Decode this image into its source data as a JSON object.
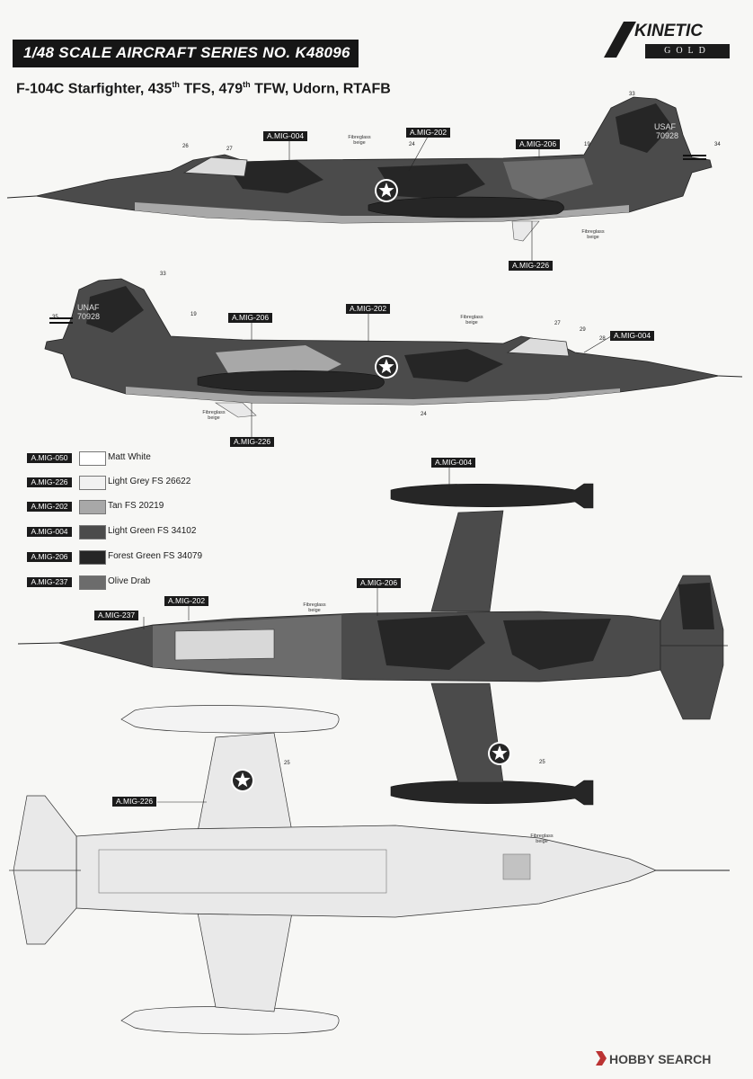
{
  "header": {
    "series_title": "1/48 SCALE AIRCRAFT SERIES NO. K48096",
    "logo_word": "KINETIC",
    "logo_sub": "GOLD"
  },
  "aircraft": {
    "title_main": "F-104C Starfighter, 435",
    "title_sup1": "th",
    "title_mid": " TFS, 479",
    "title_sup2": "th",
    "title_end": " TFW, Udorn, RTAFB"
  },
  "profile_left": {
    "tags": [
      "A.MIG-004",
      "A.MIG-202",
      "A.MIG-206",
      "A.MIG-226"
    ],
    "callouts": [
      "26",
      "27",
      "24",
      "19",
      "33",
      "34"
    ],
    "tail_text": [
      "USAF",
      "70928"
    ],
    "fibreglass_1": "Fibreglass\nbeige",
    "fibreglass_2": "Fibreglass\nbeige"
  },
  "profile_right": {
    "tags": [
      "A.MIG-206",
      "A.MIG-202",
      "A.MIG-004",
      "A.MIG-226"
    ],
    "callouts": [
      "33",
      "35",
      "19",
      "27",
      "29",
      "28",
      "24"
    ],
    "tail_text": [
      "UNAF",
      "70928"
    ],
    "fibreglass_1": "Fibreglass\nbeige",
    "fibreglass_2": "Fibreglass\nbeige"
  },
  "legend": [
    {
      "code": "A.MIG-050",
      "label": "Matt White",
      "color": "#ffffff"
    },
    {
      "code": "A.MIG-226",
      "label": "Light Grey FS 26622",
      "color": "#f1f1f1"
    },
    {
      "code": "A.MIG-202",
      "label": "Tan FS 20219",
      "color": "#a8a8a8"
    },
    {
      "code": "A.MIG-004",
      "label": "Light Green FS 34102",
      "color": "#4b4b4b"
    },
    {
      "code": "A.MIG-206",
      "label": "Forest Green FS 34079",
      "color": "#262626"
    },
    {
      "code": "A.MIG-237",
      "label": "Olive Drab",
      "color": "#6c6c6c"
    }
  ],
  "top_view": {
    "tags": [
      "A.MIG-004",
      "A.MIG-206",
      "A.MIG-202",
      "A.MIG-237"
    ],
    "callouts": [
      "25"
    ],
    "fibreglass": "Fibreglass\nbeige"
  },
  "bottom_view": {
    "tags": [
      "A.MIG-226"
    ],
    "callouts": [
      "25"
    ],
    "fibreglass": "Fibreglass\nbeige"
  },
  "watermark": "HOBBY SEARCH",
  "colors": {
    "forest_green": "#262626",
    "light_green": "#4b4b4b",
    "tan": "#a8a8a8",
    "olive": "#6c6c6c",
    "light_grey": "#e9e9e9",
    "tag_bg": "#1b1b1b"
  }
}
